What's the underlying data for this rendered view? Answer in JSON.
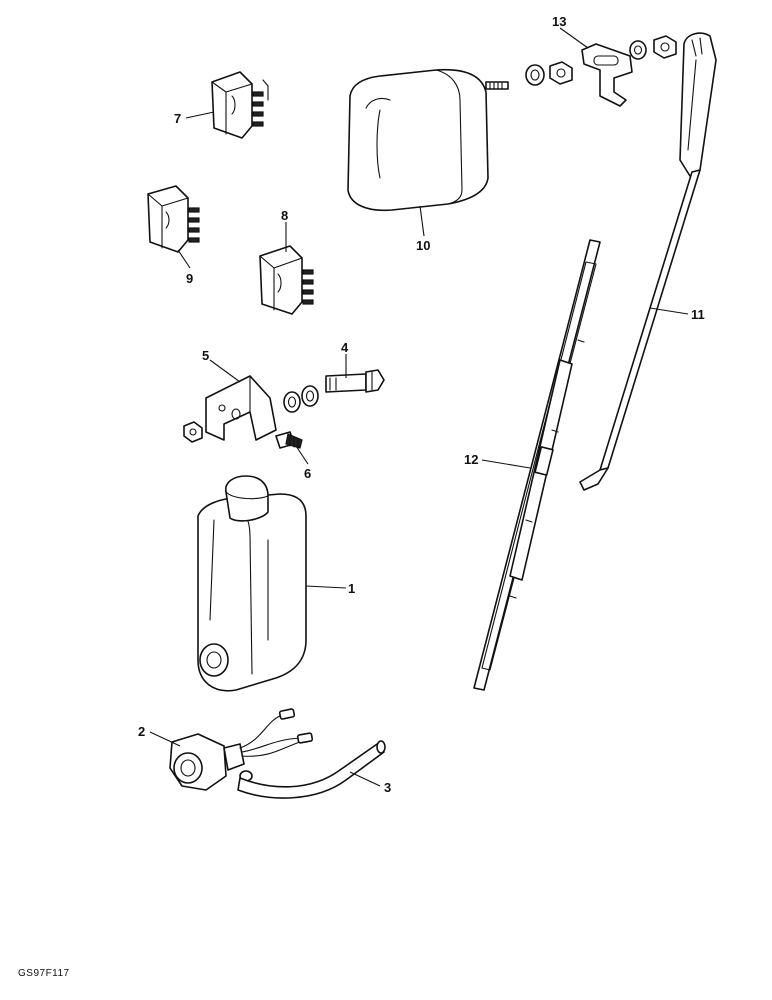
{
  "callouts": {
    "c1": "1",
    "c2": "2",
    "c3": "3",
    "c4": "4",
    "c5": "5",
    "c6": "6",
    "c7": "7",
    "c8": "8",
    "c9": "9",
    "c10": "10",
    "c11": "11",
    "c12": "12",
    "c13": "13"
  },
  "reference_code": "GS97F117",
  "colors": {
    "line": "#111111",
    "background": "#ffffff"
  }
}
